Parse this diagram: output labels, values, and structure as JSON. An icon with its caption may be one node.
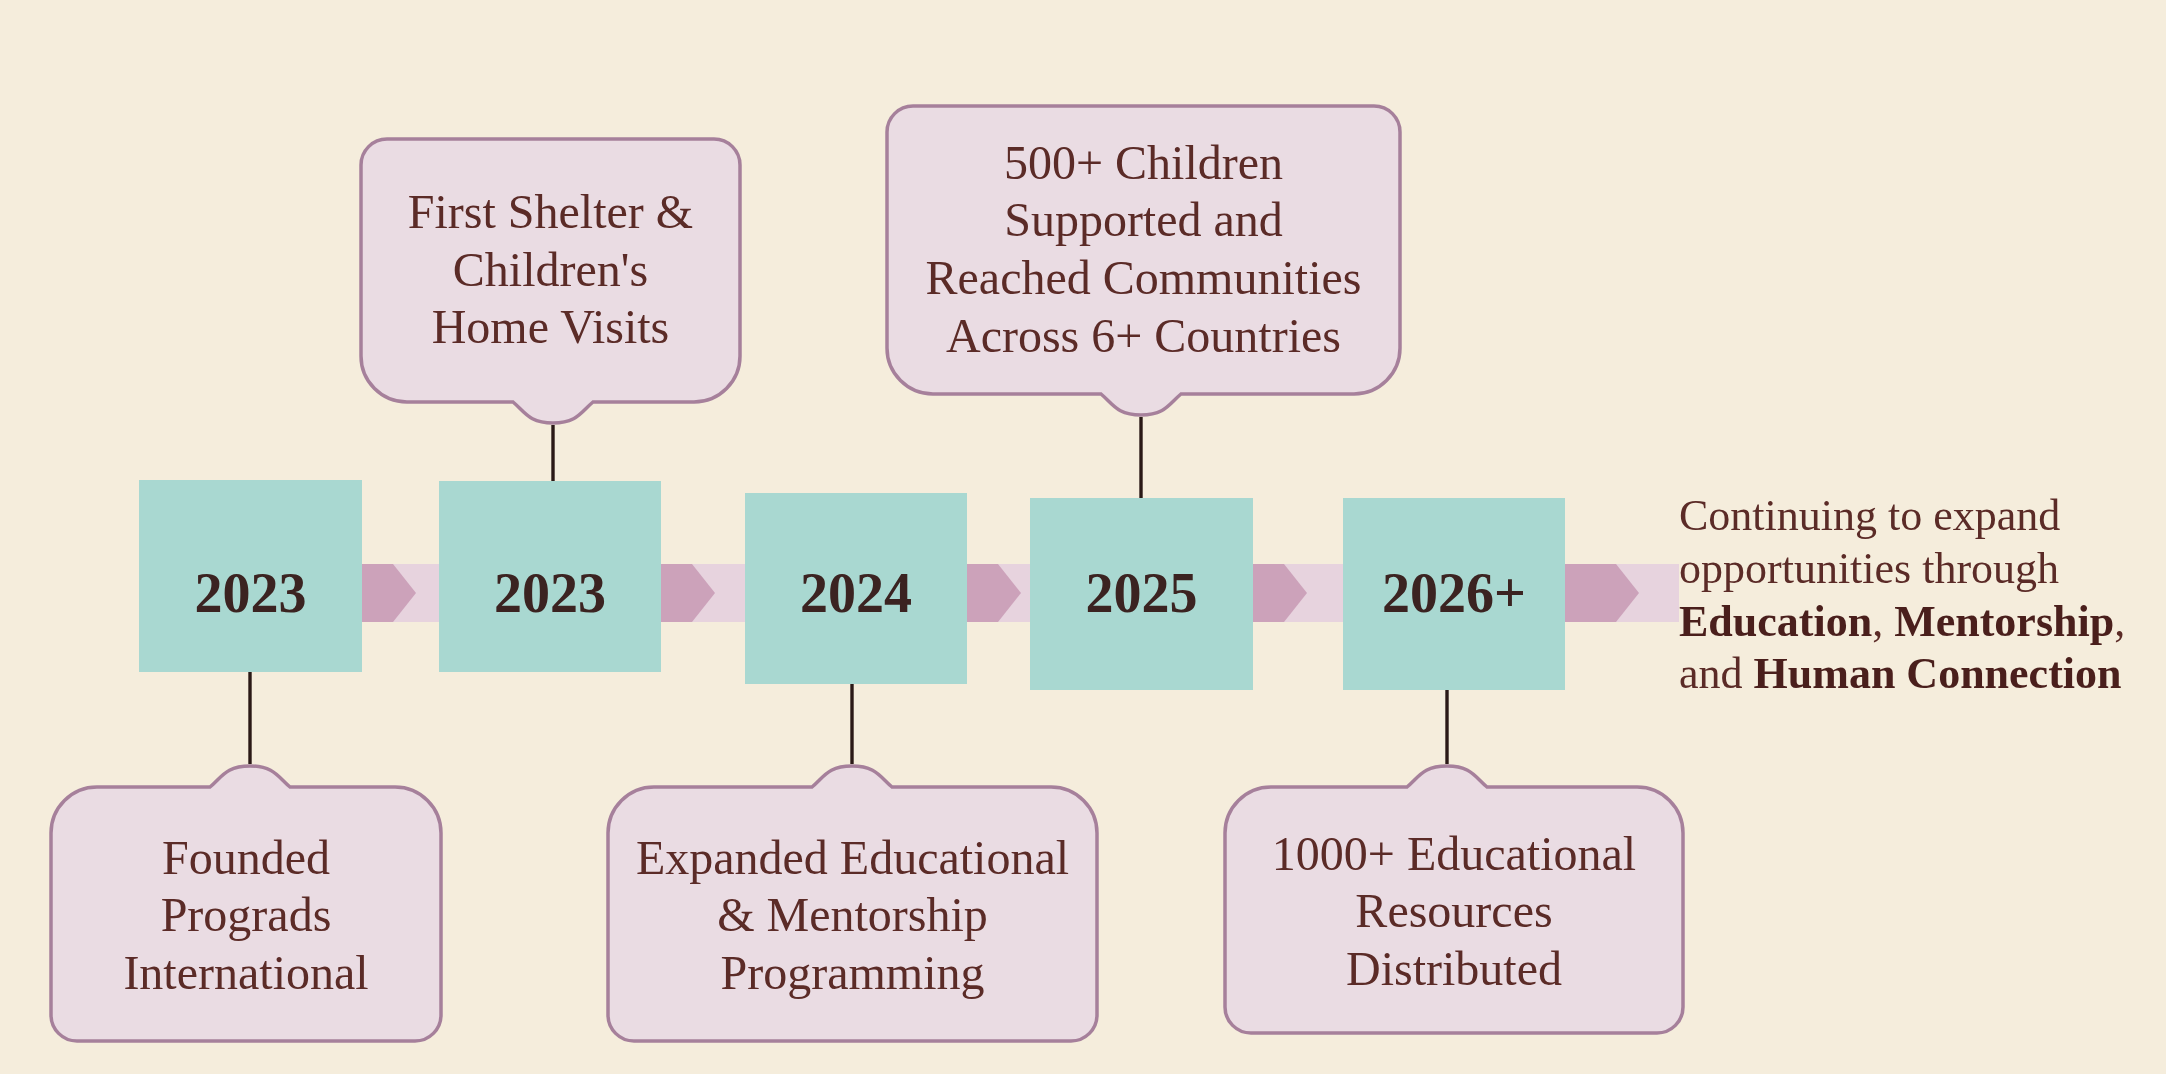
{
  "diagram": {
    "nodes": [
      {
        "text": [
          "2023"
        ]
      },
      {
        "text": [
          "Founded Prograds International"
        ]
      },
      {
        "text": [
          "2023"
        ]
      },
      {
        "text": [
          "First Shelter & Children's Home Visits"
        ]
      },
      {
        "text": [
          "2024"
        ]
      },
      {
        "text": [
          "Expanded Educational & Mentorship Programming"
        ]
      },
      {
        "text": [
          "2025"
        ]
      },
      {
        "text": [
          "500+ Children Supported and Reached Communities Across 6+ Countries"
        ]
      },
      {
        "text": [
          "2026+"
        ]
      },
      {
        "text": [
          "1000+ Educational Resources Distributed"
        ]
      },
      {
        "text": [
          "Continuing to expand opportunities through **Education**, **Mentorship**, and **Human Connection**"
        ]
      }
    ],
    "edges": [
      {
        "from": 0,
        "to": 2,
        "arrow": "to",
        "style": "thick",
        "color": "#e7d3de"
      },
      {
        "from": 2,
        "to": 4,
        "arrow": "to",
        "style": "thick",
        "color": "#e7d3de"
      },
      {
        "from": 4,
        "to": 6,
        "arrow": "to",
        "style": "thick",
        "color": "#e7d3de"
      },
      {
        "from": 6,
        "to": 8,
        "arrow": "to",
        "style": "thick",
        "color": "#e7d3de"
      },
      {
        "from": 8,
        "to": 10,
        "arrow": "to",
        "style": "thick",
        "color": "#e7d3de"
      },
      {
        "from": 0,
        "to": 1,
        "arrow": "none",
        "color": "#2a1916"
      },
      {
        "from": 2,
        "to": 3,
        "arrow": "none",
        "color": "#2a1916"
      },
      {
        "from": 4,
        "to": 5,
        "arrow": "none",
        "color": "#2a1916"
      },
      {
        "from": 6,
        "to": 7,
        "arrow": "none",
        "color": "#2a1916"
      },
      {
        "from": 8,
        "to": 9,
        "arrow": "none",
        "color": "#2a1916"
      }
    ]
  }
}
